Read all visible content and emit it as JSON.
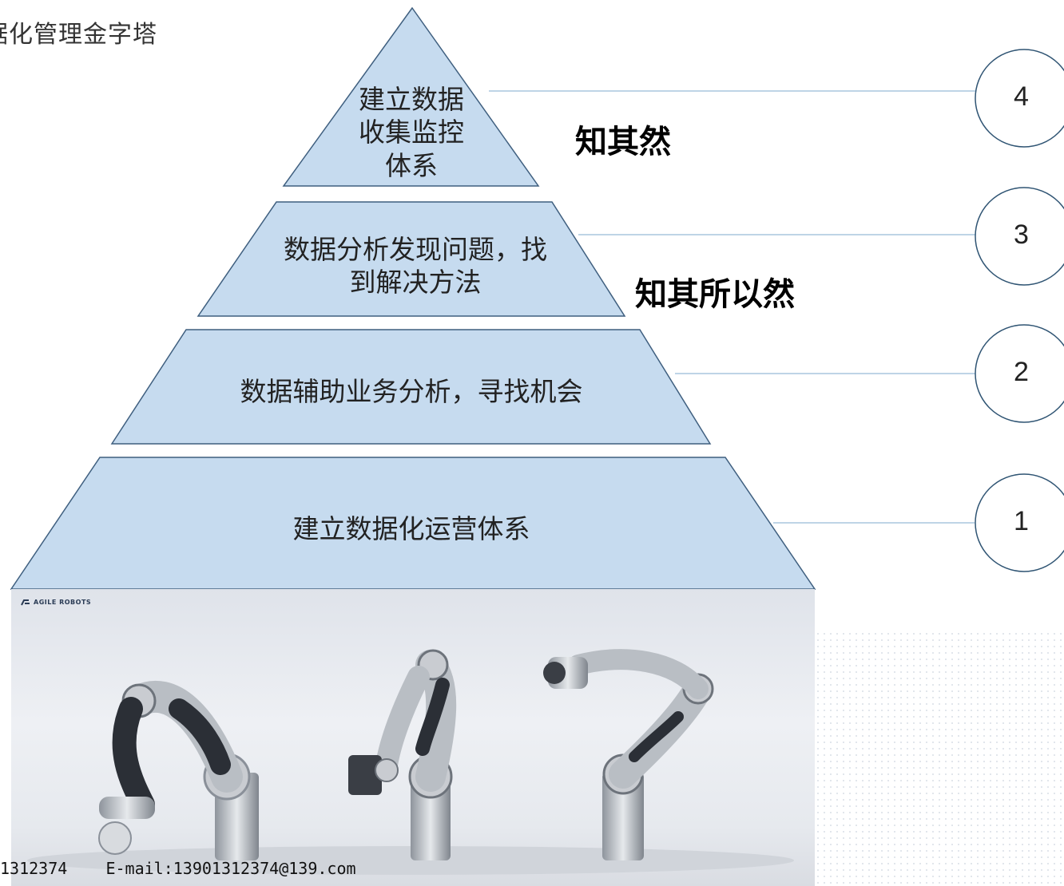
{
  "title": "据化管理金字塔",
  "tiers": [
    {
      "level": "4",
      "lines": [
        "建立数据",
        "收集监控",
        "体系"
      ]
    },
    {
      "level": "3",
      "lines": [
        "数据分析发现问题，找",
        "到解决方法"
      ]
    },
    {
      "level": "2",
      "lines": [
        "数据辅助业务分析，寻找机会"
      ]
    },
    {
      "level": "1",
      "lines": [
        "建立数据化运营体系"
      ]
    }
  ],
  "labels": {
    "zhi_qi_ran": "知其然",
    "zhi_qi_suo_yi_ran": "知其所以然"
  },
  "photo": {
    "brand": "AGILE ROBOTS"
  },
  "footer": {
    "phone_fragment": "1312374",
    "email": "E-mail:13901312374@139.com"
  },
  "colors": {
    "tier_fill": "#c6dbef",
    "tier_stroke": "#3f5f7f",
    "connector": "#a9c6de",
    "circle_stroke": "#2f5473"
  }
}
